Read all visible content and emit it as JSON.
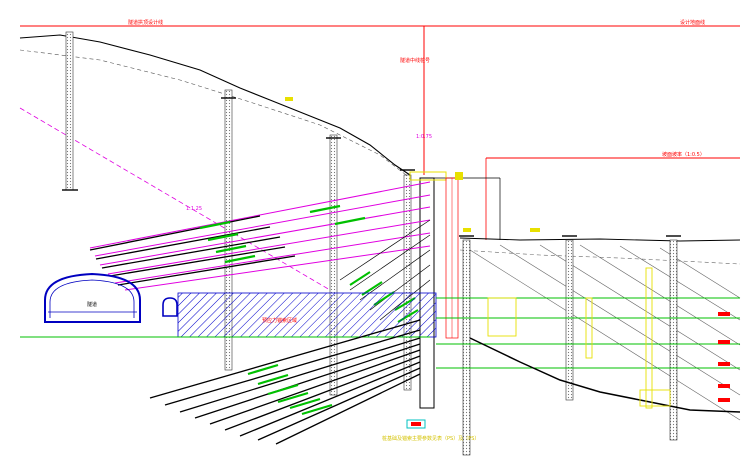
{
  "labels": {
    "top_left": "隧道拱顶设计线",
    "top_right": "设计地面线",
    "vertical_mid": "隧道中线桩号",
    "right_slope": "坡面坡率（1:0.5）",
    "tunnel_name": "隧道",
    "bottom_note": "桩基础及锚索主要参数见表（PS）及（PS）",
    "box_label": "预应力锚索区域",
    "elev_1": "1:1.25",
    "elev_2": "1:0.75"
  },
  "colors": {
    "red": "#ff0000",
    "magenta": "#e000e0",
    "green": "#00c000",
    "blue": "#0000c0",
    "yellow": "#e8e000",
    "black": "#000000"
  }
}
